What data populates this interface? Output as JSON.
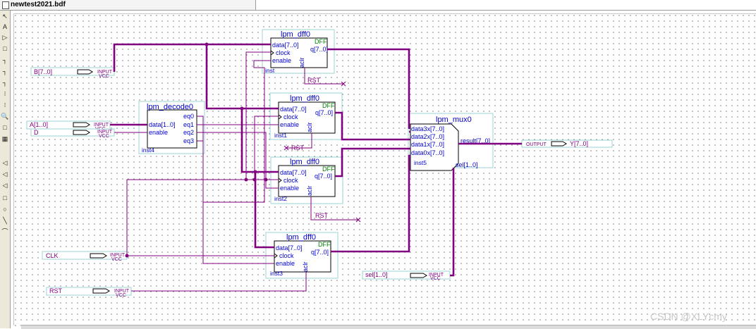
{
  "window": {
    "title": "newtest2021.bdf"
  },
  "toolbar": {
    "tools": [
      "↖",
      "A",
      "▷",
      "□",
      "┐",
      "┐",
      "┐",
      "⁝",
      "⁝",
      "🔍",
      "□",
      "▦",
      "◁",
      "◁",
      "◁",
      "□",
      "○",
      "╲",
      "⌒"
    ]
  },
  "pins": {
    "b": {
      "name": "B[7..0]",
      "type": "INPUT",
      "sub": "VCC"
    },
    "a": {
      "name": "A[1..0]",
      "type": "INPUT",
      "sub": "VCC"
    },
    "d": {
      "name": "D",
      "type": "INPUT",
      "sub": "VCC"
    },
    "clk": {
      "name": "CLK",
      "type": "INPUT",
      "sub": "VCC"
    },
    "rst": {
      "name": "RST",
      "type": "INPUT",
      "sub": "VCC"
    },
    "sel": {
      "name": "sel[1..0]",
      "type": "INPUT",
      "sub": "VCC"
    },
    "y": {
      "name": "Y[7..0]",
      "type": "OUTPUT"
    }
  },
  "blocks": {
    "dff_inst": {
      "title": "lpm_dff0",
      "instance": "inst",
      "tag": "DFF",
      "ports": [
        "data[7..0]",
        "clock",
        "enable",
        "q[7..0]",
        "aclr"
      ],
      "rst": "RST"
    },
    "dff_inst1": {
      "title": "lpm_dff0",
      "instance": "inst1",
      "tag": "DFF",
      "ports": [
        "data[7..0]",
        "clock",
        "enable",
        "q[7..0]",
        "aclr"
      ],
      "rst": "RST"
    },
    "dff_inst2": {
      "title": "lpm_dff0",
      "instance": "inst2",
      "tag": "DFF",
      "ports": [
        "data[7..0]",
        "clock",
        "enable",
        "q[7..0]",
        "aclr"
      ],
      "rst": "RST"
    },
    "dff_inst3": {
      "title": "lpm_dff0",
      "instance": "inst3",
      "tag": "DFF",
      "ports": [
        "data[7..0]",
        "clock",
        "enable",
        "q[7..0]",
        "aclr"
      ]
    },
    "decode": {
      "title": "lpm_decode0",
      "instance": "inst4",
      "ports": [
        "data[1..0]",
        "enable",
        "eq0",
        "eq1",
        "eq2",
        "eq3"
      ]
    },
    "mux": {
      "title": "lpm_mux0",
      "instance": "inst5",
      "ports": [
        "data3x[7..0]",
        "data2x[7..0]",
        "data1x[7..0]",
        "data0x[7..0]",
        "result[7..0]",
        "sel[1..0]"
      ]
    }
  },
  "watermark": "CSDN @XLYcmy",
  "colors": {
    "bus": "#800080",
    "wire": "#800080",
    "port_text": "#0000cc",
    "title_text": "#0000cc",
    "dff_tag": "#008000",
    "block_border": "#9ed3d3"
  }
}
